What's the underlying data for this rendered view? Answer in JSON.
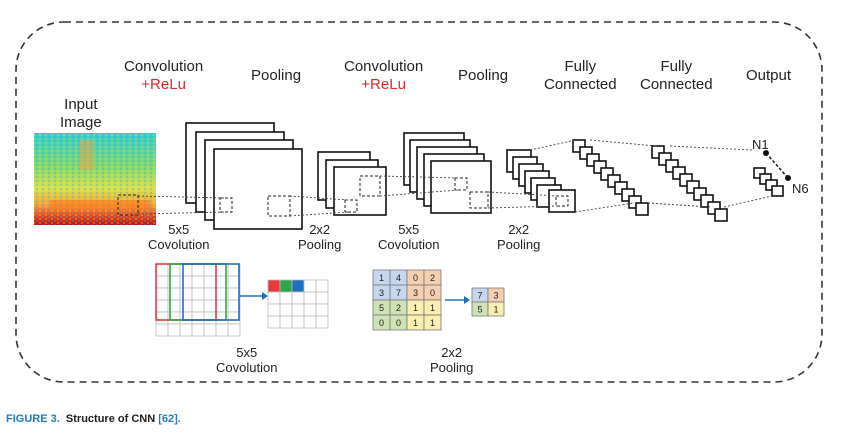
{
  "labels": {
    "input_line1": "Input",
    "input_line2": "Image",
    "conv1_line1": "Convolution",
    "conv1_line2": "+ReLu",
    "pool1": "Pooling",
    "conv2_line1": "Convolution",
    "conv2_line2": "+ReLu",
    "pool2": "Pooling",
    "fc1_line1": "Fully",
    "fc1_line2": "Connected",
    "fc2_line1": "Fully",
    "fc2_line2": "Connected",
    "output": "Output"
  },
  "op_labels": {
    "conv1_line1": "5x5",
    "conv1_line2": "Covolution",
    "pool1_line1": "2x2",
    "pool1_line2": "Pooling",
    "conv2_line1": "5x5",
    "conv2_line2": "Covolution",
    "pool2_line1": "2x2",
    "pool2_line2": "Pooling"
  },
  "nodes": {
    "n1": "N1",
    "n6": "N6"
  },
  "detail_labels": {
    "conv_line1": "5x5",
    "conv_line2": "Covolution",
    "pool_line1": "2x2",
    "pool_line2": "Pooling"
  },
  "pool_example": {
    "input": [
      [
        "1",
        "4",
        "0",
        "2"
      ],
      [
        "3",
        "7",
        "3",
        "0"
      ],
      [
        "5",
        "2",
        "1",
        "1"
      ],
      [
        "0",
        "0",
        "1",
        "1"
      ]
    ],
    "output": [
      [
        "7",
        "3"
      ],
      [
        "5",
        "1"
      ]
    ]
  },
  "caption": {
    "figure": "FIGURE 3.",
    "text": "Structure of CNN",
    "ref": "[62]."
  },
  "colors": {
    "relu": "#e0262b",
    "q_blue": "#c5d7ee",
    "q_orange": "#f6cfb3",
    "q_green": "#cfe2b5",
    "q_yellow": "#fbeeb1",
    "conv_red": "#e83a3a",
    "conv_green": "#2aa84a",
    "conv_blue": "#1f6fc0"
  }
}
